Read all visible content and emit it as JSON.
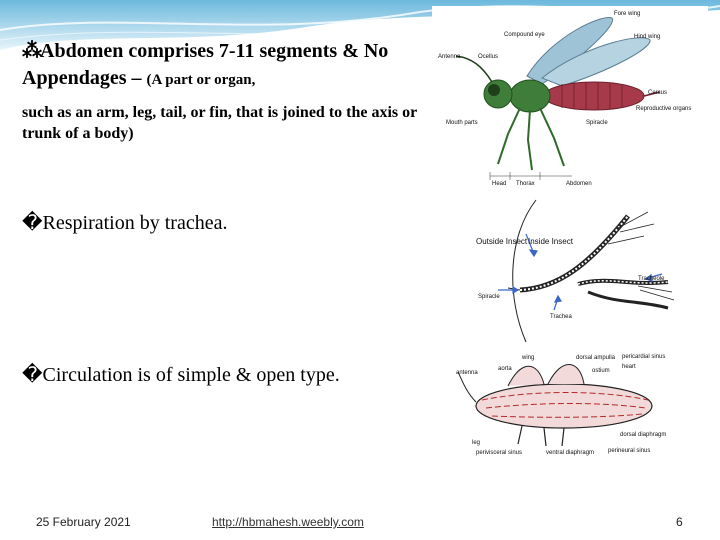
{
  "bullets": {
    "abdomen_main": "Abdomen comprises 7-11 segments & No Appendages – ",
    "abdomen_paren": "(A part or organ,",
    "abdomen_sub": "such as an arm, leg, tail, or fin, that is joined to the axis or trunk of a body)",
    "respiration": "Respiration by trachea.",
    "circulation": "Circulation is of simple & open type."
  },
  "bullet_glyph": "⁂",
  "missing_glyph": "�",
  "figure_insect": {
    "labels": [
      "Fore wing",
      "Compound eye",
      "Hind wing",
      "Antenna",
      "Ocellus",
      "Cercus",
      "Reproductive organs",
      "Mouth parts",
      "Spiracle",
      "Head",
      "Thorax",
      "Abdomen"
    ]
  },
  "figure_trachea": {
    "labels": [
      "Outside Insect",
      "Inside Insect",
      "Tracheole",
      "Spiracle",
      "Trachea"
    ]
  },
  "figure_circulation": {
    "labels": [
      "wing",
      "dorsal ampulla",
      "pericardial sinus",
      "antenna",
      "aorta",
      "ostium",
      "heart",
      "dorsal diaphragm",
      "leg",
      "perivisceral sinus",
      "ventral diaphragm",
      "perineural sinus"
    ]
  },
  "footer": {
    "date": "25 February 2021",
    "link": "http://hbmahesh.weebly.com",
    "page": "6"
  },
  "colors": {
    "banner": "#7fc6e6",
    "abdomen": "#a63a4a",
    "thorax": "#3f7d3a",
    "wing": "#9fc3d6"
  }
}
